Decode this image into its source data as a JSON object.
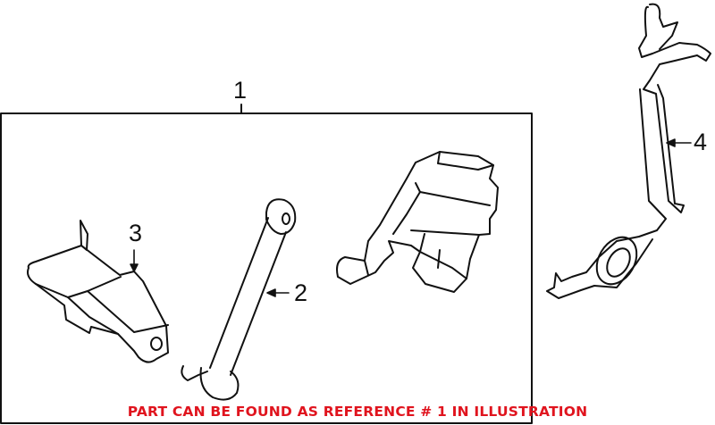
{
  "diagram": {
    "callouts": [
      {
        "id": "1",
        "label": "1",
        "part": "assembly-box"
      },
      {
        "id": "2",
        "label": "2",
        "part": "link-rod"
      },
      {
        "id": "3",
        "label": "3",
        "part": "mounting-bracket"
      },
      {
        "id": "4",
        "label": "4",
        "part": "sensor-harness"
      }
    ],
    "caption": "PART CAN BE FOUND AS REFERENCE # 1 IN ILLUSTRATION",
    "colors": {
      "caption": "#e0141e",
      "lines": "#111111",
      "background": "#ffffff"
    }
  }
}
